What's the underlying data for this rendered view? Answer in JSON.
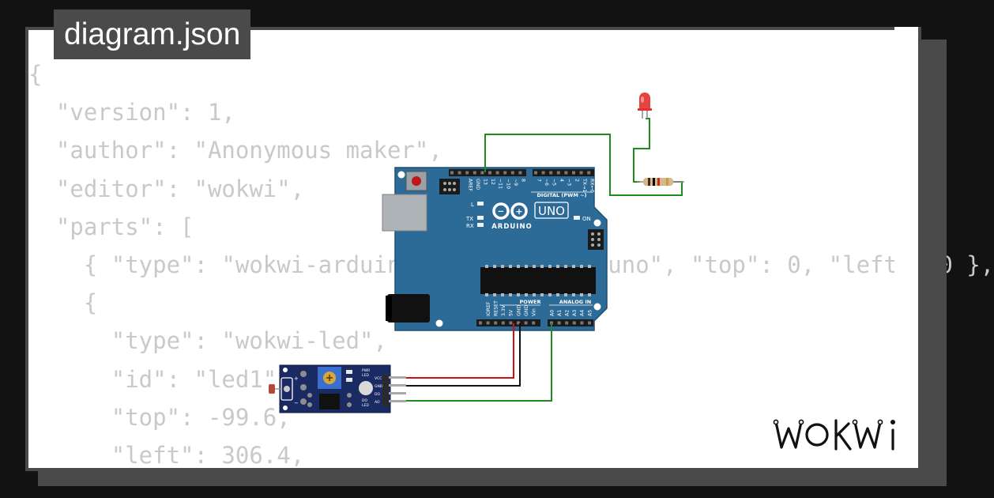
{
  "file": {
    "name": "diagram.json"
  },
  "code_lines": [
    "{",
    "  \"version\": 1,",
    "  \"author\": \"Anonymous maker\",",
    "  \"editor\": \"wokwi\",",
    "  \"parts\": [",
    "    { \"type\": \"wokwi-arduino-uno\", \"id\": \"uno\", \"top\": 0, \"left\": 0 },",
    "    {",
    "      \"type\": \"wokwi-led\",",
    "      \"id\": \"led1\",",
    "      \"top\": -99.6,",
    "      \"left\": 306.4,"
  ],
  "arduino": {
    "brand": "ARDUINO",
    "model": "UNO",
    "pins_digital_label": "DIGITAL (PWM ~)",
    "pins_power_label": "POWER",
    "pins_analog_label": "ANALOG IN",
    "top_pins": [
      "AREF",
      "GND",
      "13",
      "12",
      "~11",
      "~10",
      "~9",
      "8",
      "7",
      "~6",
      "~5",
      "4",
      "~3",
      "2",
      "TX→1",
      "RX←0"
    ],
    "power_pins": [
      "IOREF",
      "RESET",
      "3.3V",
      "5V",
      "GND",
      "GND",
      "Vin"
    ],
    "analog_pins": [
      "A0",
      "A1",
      "A2",
      "A3",
      "A4",
      "A5"
    ],
    "led_labels": [
      "L",
      "TX",
      "RX",
      "ON"
    ]
  },
  "sensor": {
    "labels_top": [
      "PWR",
      "LED"
    ],
    "labels_bottom": [
      "DO",
      "LED"
    ],
    "pin_labels": [
      "VCC",
      "GND",
      "DO",
      "AO"
    ]
  },
  "logo": {
    "text": "WOKWI"
  },
  "colors": {
    "board": "#2c6b98",
    "wire_green": "#1f8a1f",
    "wire_red": "#d01010",
    "wire_black": "#111111",
    "code_gray": "#c9c9c9",
    "tag_bg": "#4a4a4a"
  }
}
